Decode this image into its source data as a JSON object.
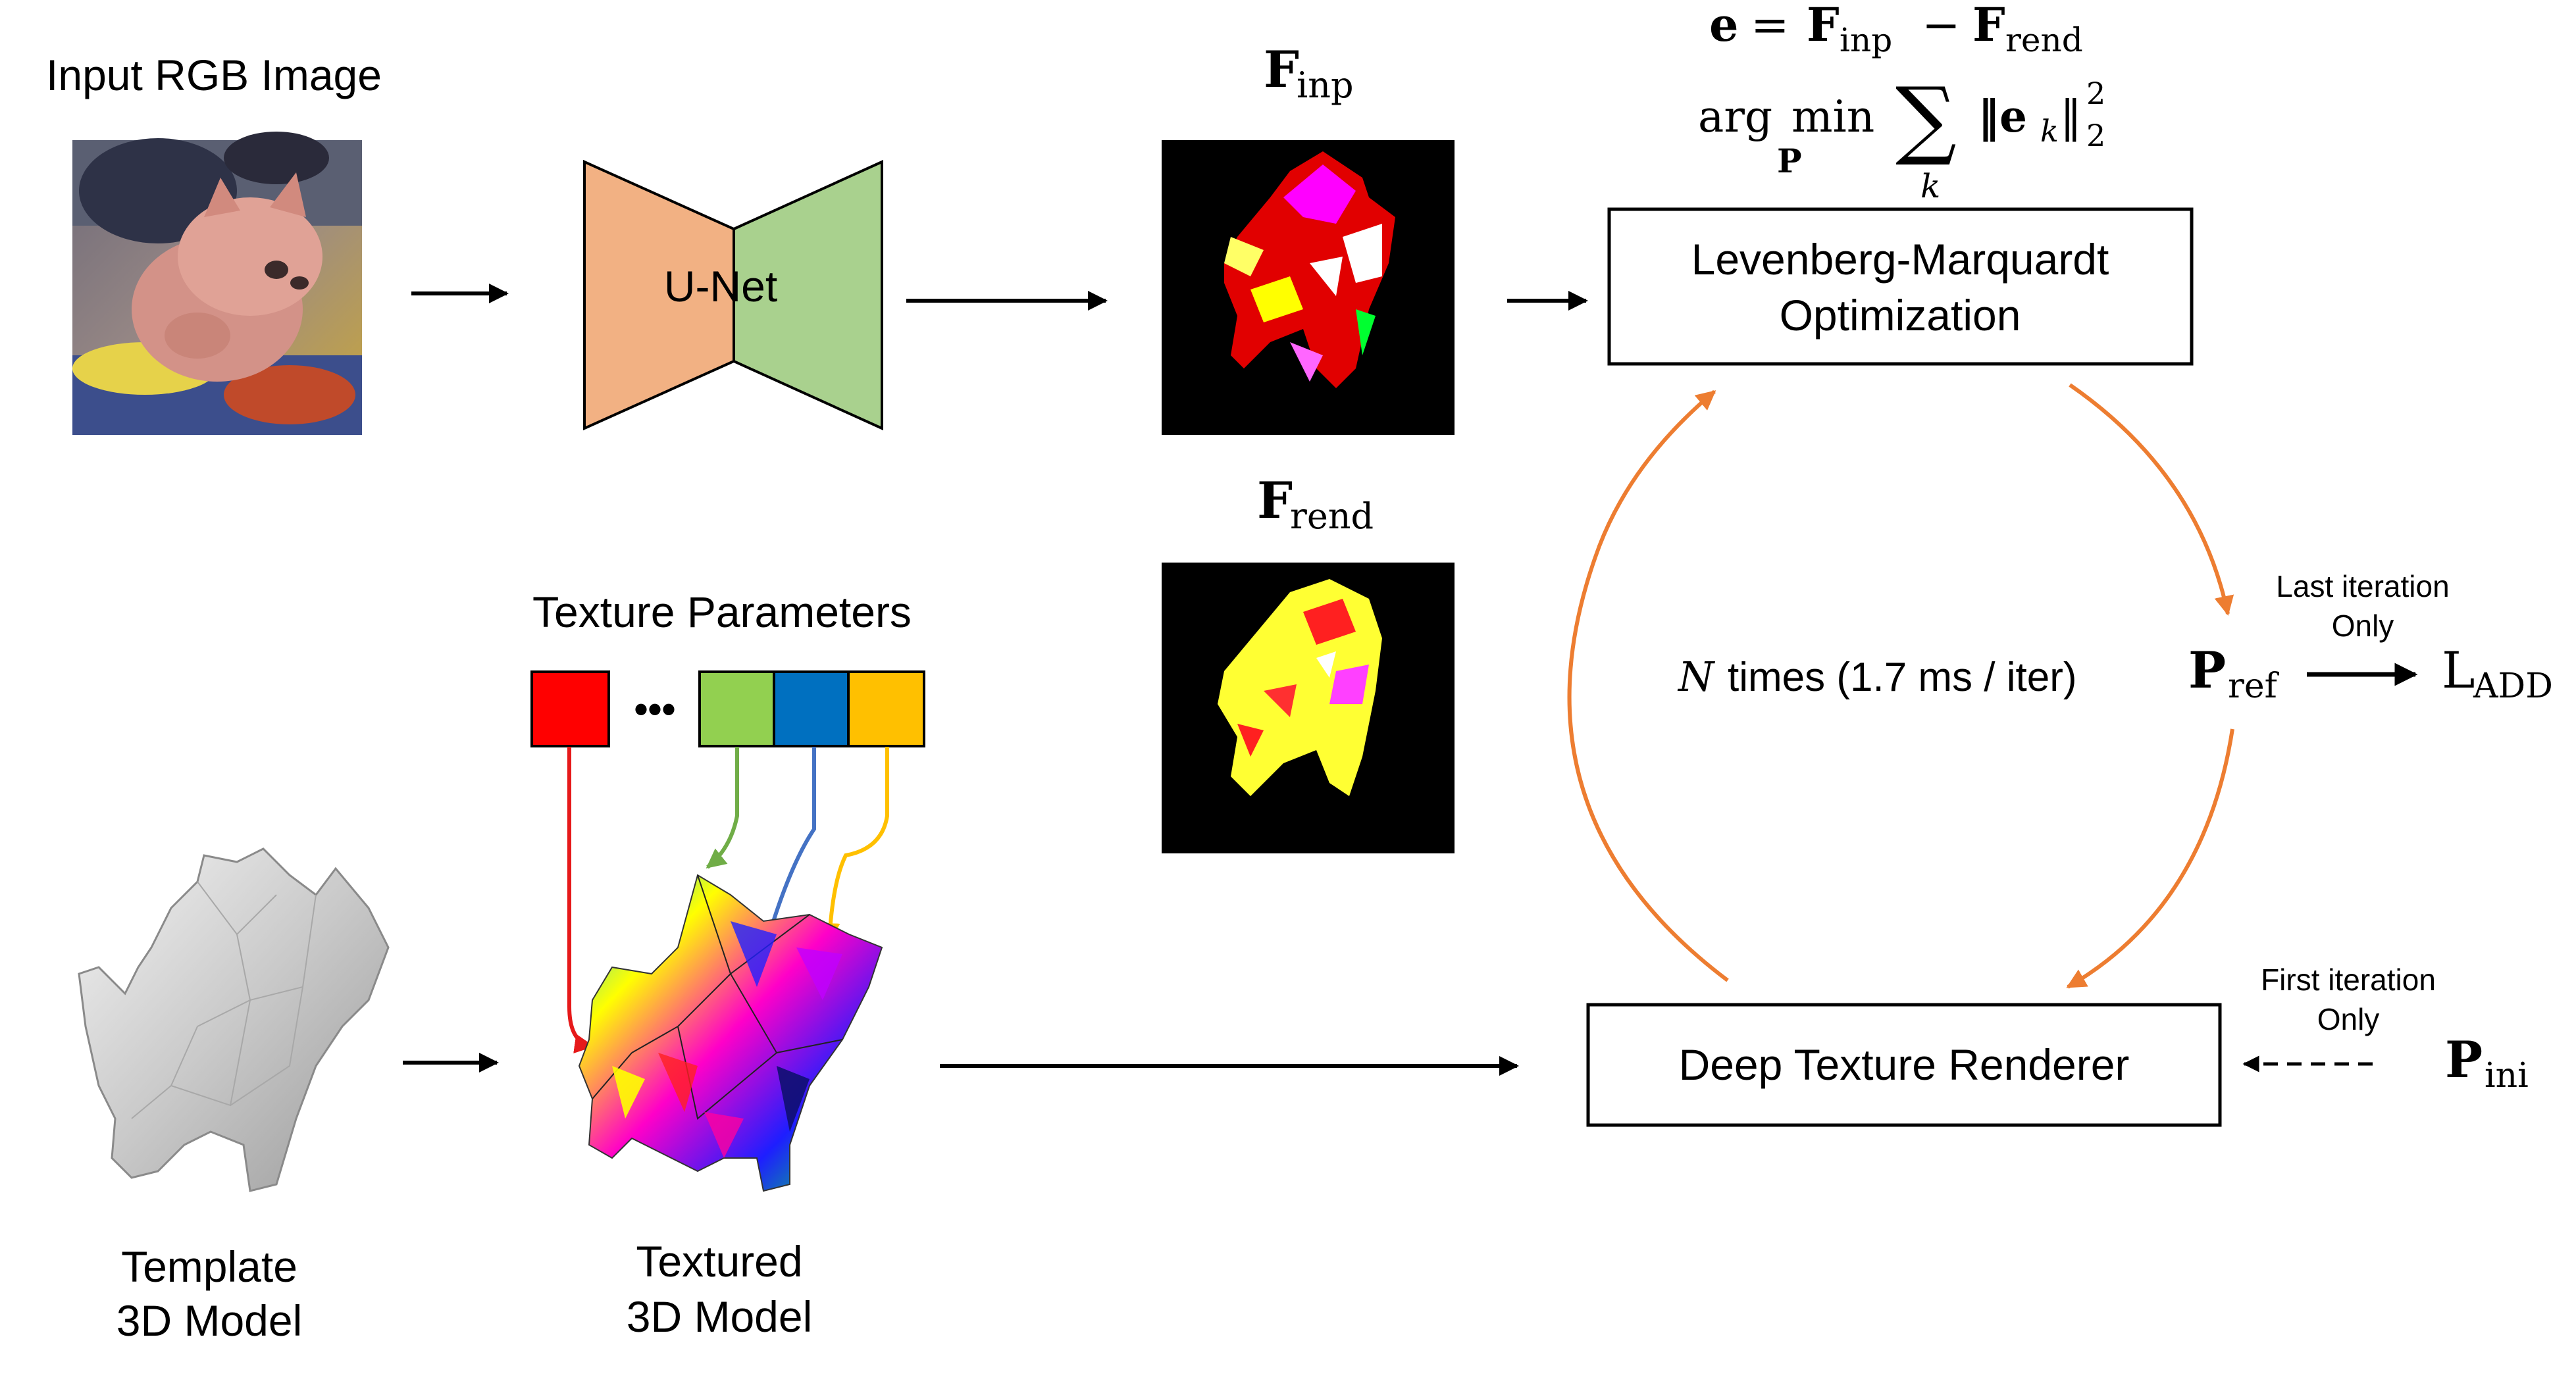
{
  "labels": {
    "input_image": "Input RGB Image",
    "unet": "U-Net",
    "texture_params": "Texture Parameters",
    "template_line1": "Template",
    "template_line2": "3D Model",
    "textured_line1": "Textured",
    "textured_line2": "3D Model",
    "lm_line1": "Levenberg-Marquardt",
    "lm_line2": "Optimization",
    "renderer": "Deep Texture Renderer",
    "last_iter_line1": "Last iteration",
    "last_iter_line2": "Only",
    "first_iter_line1": "First iteration",
    "first_iter_line2": "Only",
    "loop_n": "N",
    "loop_text": "times (1.7 ms / iter)",
    "ellipsis": "•••"
  },
  "math": {
    "F": "F",
    "inp_sub": "inp",
    "rend_sub": "rend",
    "P": "P",
    "ref_sub": "ref",
    "ini_sub": "ini",
    "L": "L",
    "add_sub": "ADD",
    "eq_e": "e",
    "eq_equals": "=",
    "eq_minus": "−",
    "argmin_arg": "arg",
    "argmin_min": "min",
    "argmin_under": "P",
    "argmin_sum": "∑",
    "argmin_k": "k",
    "argmin_norm": "‖e",
    "argmin_norm_k": "k",
    "argmin_norm_close": "‖",
    "argmin_sup": "2",
    "argmin_sub": "2"
  },
  "colors": {
    "unet_encoder": "#f2b183",
    "unet_decoder": "#a9d18e",
    "tex_red": "#ff0000",
    "tex_green": "#92d050",
    "tex_blue": "#0070c0",
    "tex_yellow": "#ffc000",
    "loop_arrow": "#ed7d31",
    "arrow_red": "#e6191a",
    "arrow_green": "#70ad47",
    "arrow_blue": "#4472c4",
    "arrow_yellow": "#ffc000"
  },
  "icons": [
    "cat-photo",
    "feature-map-inp",
    "feature-map-rend",
    "gray-cat-mesh",
    "textured-cat-mesh"
  ]
}
